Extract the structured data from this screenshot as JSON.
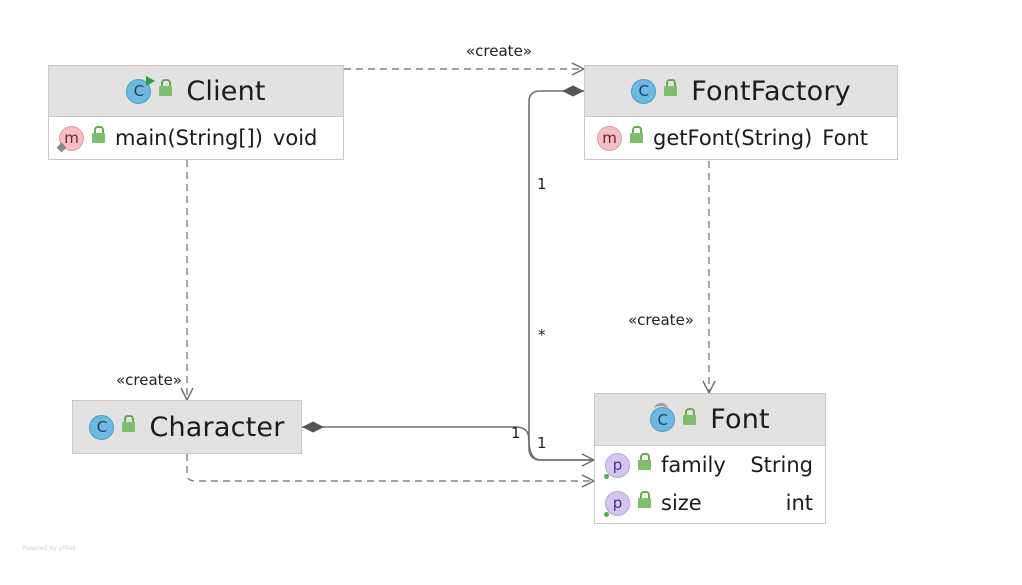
{
  "classes": {
    "client": {
      "name": "Client",
      "members": [
        {
          "name": "main(String[])",
          "type": "void"
        }
      ]
    },
    "font_factory": {
      "name": "FontFactory",
      "members": [
        {
          "name": "getFont(String)",
          "type": "Font"
        }
      ]
    },
    "character": {
      "name": "Character",
      "members": []
    },
    "font": {
      "name": "Font",
      "members": [
        {
          "name": "family",
          "type": "String"
        },
        {
          "name": "size",
          "type": "int"
        }
      ]
    }
  },
  "badges": {
    "class": "C",
    "method": "m",
    "property": "p"
  },
  "labels": {
    "client_factory_create": "«create»",
    "factory_font_create": "«create»",
    "client_character_create": "«create»",
    "factory_mult_top": "1",
    "factory_mult_star": "*",
    "character_mult": "1",
    "font_mult": "1"
  },
  "footer": "Powered by yFiles"
}
